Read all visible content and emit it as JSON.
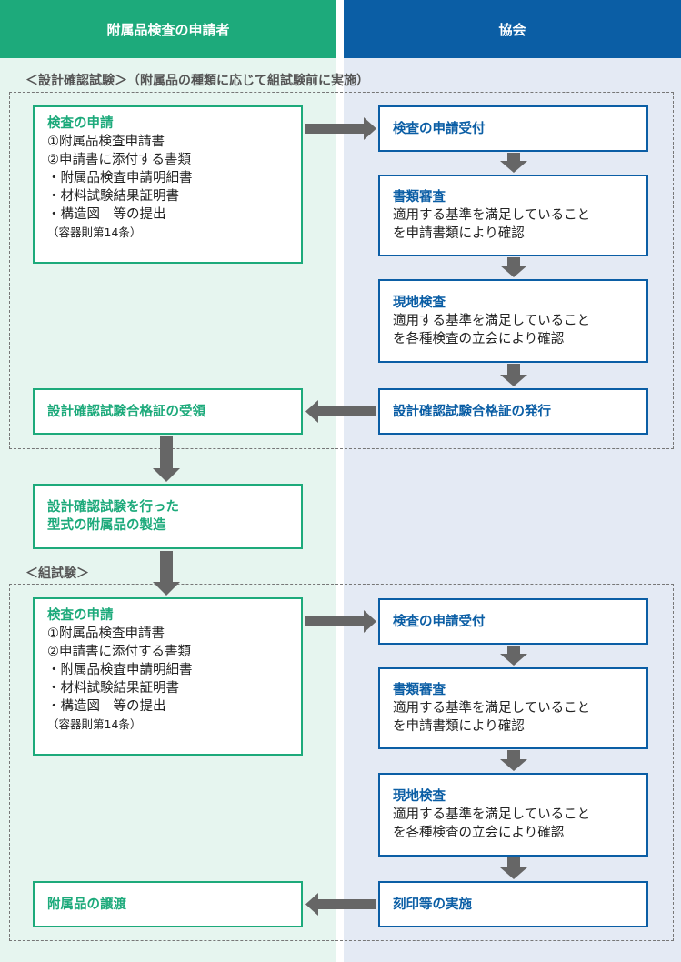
{
  "header": {
    "left": "附属品検査の申請者",
    "right": "協会"
  },
  "sections": {
    "design": "＜設計確認試験＞（附属品の種類に応じて組試験前に実施）",
    "assembly": "＜組試験＞"
  },
  "design": {
    "apply": {
      "title": "検査の申請",
      "lines": [
        "①附属品検査申請書",
        "②申請書に添付する書類",
        "・附属品検査申請明細書",
        "・材料試験結果証明書",
        "・構造図　等の提出"
      ],
      "note": "（容器則第14条）"
    },
    "receive": {
      "title": "検査の申請受付"
    },
    "doc_review": {
      "title": "書類審査",
      "lines": [
        "適用する基準を満足していること",
        "を申請書類により確認"
      ]
    },
    "site": {
      "title": "現地検査",
      "lines": [
        "適用する基準を満足していること",
        "を各種検査の立会により確認"
      ]
    },
    "issue": {
      "title": "設計確認試験合格証の発行"
    },
    "accept": {
      "title": "設計確認試験合格証の受領"
    }
  },
  "manufacture": {
    "lines": [
      "設計確認試験を行った",
      "型式の附属品の製造"
    ]
  },
  "assembly": {
    "apply": {
      "title": "検査の申請",
      "lines": [
        "①附属品検査申請書",
        "②申請書に添付する書類",
        "・附属品検査申請明細書",
        "・材料試験結果証明書",
        "・構造図　等の提出"
      ],
      "note": "（容器則第14条）"
    },
    "receive": {
      "title": "検査の申請受付"
    },
    "doc_review": {
      "title": "書類審査",
      "lines": [
        "適用する基準を満足していること",
        "を申請書類により確認"
      ]
    },
    "site": {
      "title": "現地検査",
      "lines": [
        "適用する基準を満足していること",
        "を各種検査の立会により確認"
      ]
    },
    "stamp": {
      "title": "刻印等の実施"
    },
    "transfer": {
      "title": "附属品の譲渡"
    }
  },
  "colors": {
    "green": "#1daa7b",
    "blue": "#0b5ea5",
    "arrow": "#666666",
    "green_bg": "#e6f5ef",
    "blue_bg": "#e4eaf4"
  }
}
